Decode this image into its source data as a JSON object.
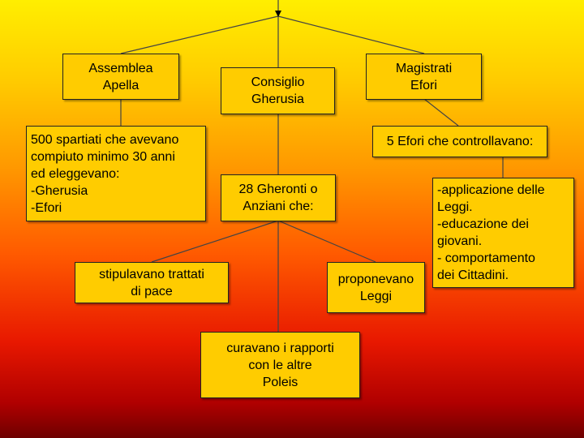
{
  "nodes": {
    "assemblea": "Assemblea\nApella",
    "gherusia": "Consiglio\nGherusia",
    "efori": "Magistrati\nEfori",
    "spartiati": "500 spartiati che avevano\ncompiuto minimo 30 anni\ned eleggevano:\n-Gherusia\n-Efori",
    "efori_controllo": "5 Efori che controllavano:",
    "gheronti": "28 Gheronti o\nAnziani che:",
    "competenze_efori": "-applicazione delle\nLeggi.\n-educazione dei\ngiovani.\n- comportamento\ndei Cittadini.",
    "trattati": "stipulavano trattati\ndi pace",
    "leggi": "proponevano\nLeggi",
    "rapporti": "curavano i rapporti\ncon le altre\nPoleis"
  },
  "colors": {
    "box_fill": "#ffcc00",
    "connector": "#444444"
  }
}
